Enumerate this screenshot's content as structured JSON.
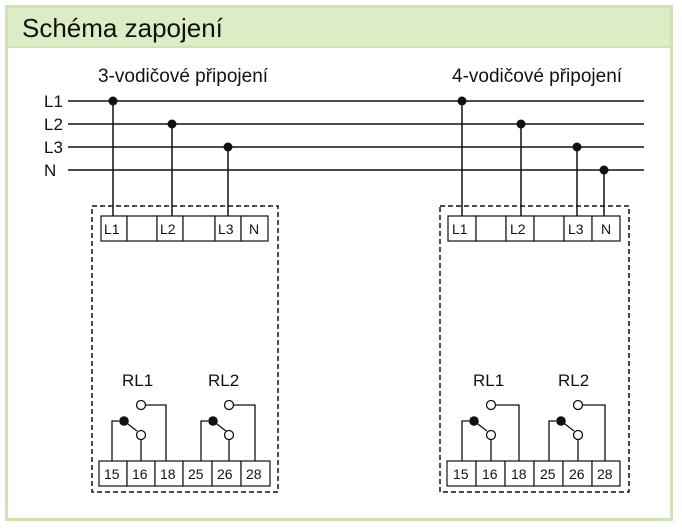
{
  "title": "Schéma zapojení",
  "left_diagram": {
    "heading": "3-vodičové připojení",
    "terminals_top": [
      "L1",
      "",
      "L2",
      "",
      "L3",
      "N"
    ],
    "relays": [
      "RL1",
      "RL2"
    ],
    "terminals_bottom": [
      "15",
      "16",
      "18",
      "25",
      "26",
      "28"
    ]
  },
  "right_diagram": {
    "heading": "4-vodičové připojení",
    "terminals_top": [
      "L1",
      "",
      "L2",
      "",
      "L3",
      "N"
    ],
    "relays": [
      "RL1",
      "RL2"
    ],
    "terminals_bottom": [
      "15",
      "16",
      "18",
      "25",
      "26",
      "28"
    ]
  },
  "lines": [
    "L1",
    "L2",
    "L3",
    "N"
  ]
}
